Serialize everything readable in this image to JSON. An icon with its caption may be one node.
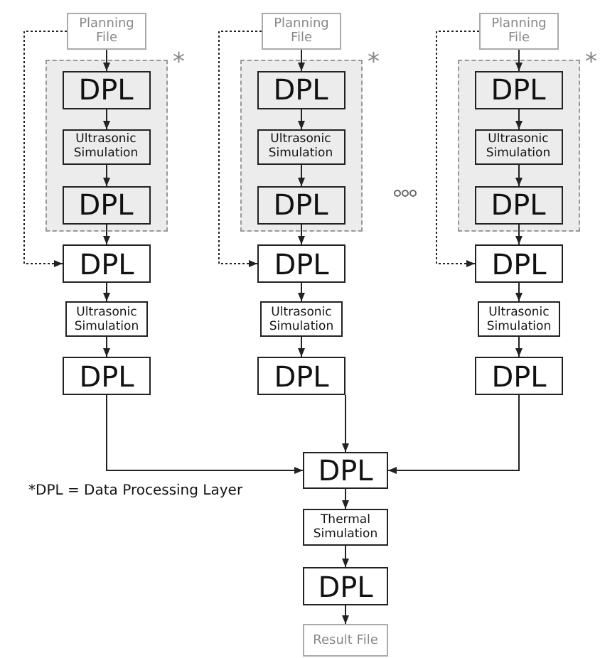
{
  "diagram": {
    "nodes": [
      {
        "text": [
          "Planning File"
        ]
      },
      {
        "text": [
          "*"
        ]
      },
      {
        "text": [
          "DPL"
        ],
        "in": 1
      },
      {
        "text": [
          "Ultrasonic Simulation"
        ],
        "in": 1
      },
      {
        "text": [
          "DPL"
        ],
        "in": 1
      },
      {
        "text": [
          "DPL"
        ]
      },
      {
        "text": [
          "Ultrasonic Simulation"
        ]
      },
      {
        "text": [
          "DPL"
        ]
      },
      {
        "text": [
          "Planning File"
        ]
      },
      {
        "text": [
          "*"
        ]
      },
      {
        "text": [
          "DPL"
        ],
        "in": 9
      },
      {
        "text": [
          "Ultrasonic Simulation"
        ],
        "in": 9
      },
      {
        "text": [
          "DPL"
        ],
        "in": 9
      },
      {
        "text": [
          "DPL"
        ]
      },
      {
        "text": [
          "Ultrasonic Simulation"
        ]
      },
      {
        "text": [
          "DPL"
        ]
      },
      {
        "text": [
          "Planning File"
        ]
      },
      {
        "text": [
          "*"
        ]
      },
      {
        "text": [
          "DPL"
        ],
        "in": 17
      },
      {
        "text": [
          "Ultrasonic Simulation"
        ],
        "in": 17
      },
      {
        "text": [
          "DPL"
        ],
        "in": 17
      },
      {
        "text": [
          "DPL"
        ]
      },
      {
        "text": [
          "Ultrasonic Simulation"
        ]
      },
      {
        "text": [
          "DPL"
        ]
      },
      {
        "text": [
          "DPL"
        ]
      },
      {
        "text": [
          "Thermal Simulation"
        ]
      },
      {
        "text": [
          "DPL"
        ]
      },
      {
        "text": [
          "Result File"
        ]
      }
    ],
    "edges": [
      {
        "from": 0,
        "to": 2,
        "arrow": "to"
      },
      {
        "from": 2,
        "to": 3,
        "arrow": "to"
      },
      {
        "from": 3,
        "to": 4,
        "arrow": "to"
      },
      {
        "from": 4,
        "to": 5,
        "arrow": "to"
      },
      {
        "from": 0,
        "to": 5,
        "arrow": "to",
        "style": "dashed"
      },
      {
        "from": 5,
        "to": 6,
        "arrow": "to"
      },
      {
        "from": 6,
        "to": 7,
        "arrow": "to"
      },
      {
        "from": 7,
        "to": 24,
        "arrow": "to"
      },
      {
        "from": 8,
        "to": 10,
        "arrow": "to"
      },
      {
        "from": 10,
        "to": 11,
        "arrow": "to"
      },
      {
        "from": 11,
        "to": 12,
        "arrow": "to"
      },
      {
        "from": 12,
        "to": 13,
        "arrow": "to"
      },
      {
        "from": 8,
        "to": 13,
        "arrow": "to",
        "style": "dashed"
      },
      {
        "from": 13,
        "to": 14,
        "arrow": "to"
      },
      {
        "from": 14,
        "to": 15,
        "arrow": "to"
      },
      {
        "from": 15,
        "to": 24,
        "arrow": "to"
      },
      {
        "from": 16,
        "to": 18,
        "arrow": "to"
      },
      {
        "from": 18,
        "to": 19,
        "arrow": "to"
      },
      {
        "from": 19,
        "to": 20,
        "arrow": "to"
      },
      {
        "from": 20,
        "to": 21,
        "arrow": "to"
      },
      {
        "from": 16,
        "to": 21,
        "arrow": "to",
        "style": "dashed"
      },
      {
        "from": 21,
        "to": 22,
        "arrow": "to"
      },
      {
        "from": 22,
        "to": 23,
        "arrow": "to"
      },
      {
        "from": 23,
        "to": 24,
        "arrow": "to"
      },
      {
        "from": 24,
        "to": 25,
        "arrow": "to"
      },
      {
        "from": 25,
        "to": 26,
        "arrow": "to"
      },
      {
        "from": 26,
        "to": 27,
        "arrow": "to"
      }
    ],
    "labels": [
      "*DPL = Data Processing Layer"
    ]
  }
}
